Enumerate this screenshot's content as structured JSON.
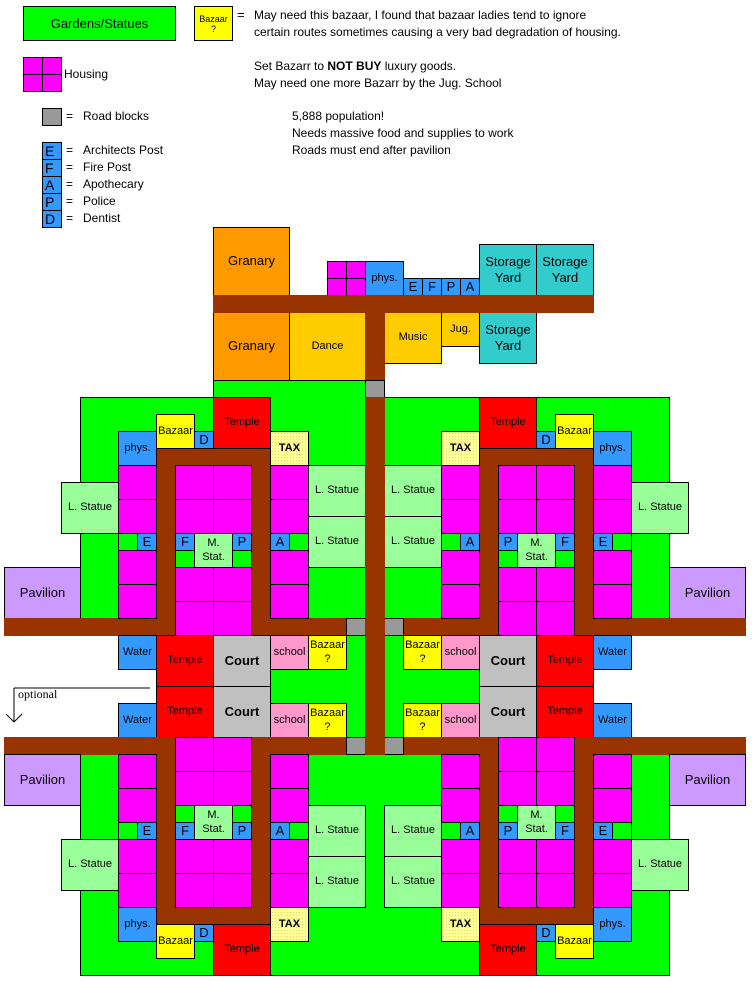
{
  "legend": {
    "gardens": "Gardens/Statues",
    "bazaar_q": "Bazaar\n?",
    "housing": "Housing",
    "road_blocks": "Road blocks",
    "equals": "=",
    "services": [
      {
        "letter": "E",
        "name": "Architects Post"
      },
      {
        "letter": "F",
        "name": "Fire Post"
      },
      {
        "letter": "A",
        "name": "Apothecary"
      },
      {
        "letter": "P",
        "name": "Police"
      },
      {
        "letter": "D",
        "name": "Dentist"
      }
    ]
  },
  "notes": {
    "bazaar_line1": "May need this bazaar, I found that bazaar ladies tend to ignore",
    "bazaar_line2": "certain routes sometimes causing a very bad degradation of housing.",
    "set_prefix": "Set Bazarr to ",
    "set_bold": "NOT BUY",
    "set_suffix": " luxury goods.",
    "more_bazarr": "May need one more Bazarr by the Jug. School",
    "population": "5,888 population!",
    "needs": "Needs massive food and supplies to work",
    "roads": "Roads must end after pavilion"
  },
  "labels": {
    "granary": "Granary",
    "dance": "Dance",
    "music": "Music",
    "jug": "Jug.",
    "storage": "Storage\nYard",
    "phys": "phys.",
    "E": "E",
    "F": "F",
    "P": "P",
    "A": "A",
    "D": "D",
    "bazaar": "Bazaar",
    "bazaar_q": "Bazaar\n?",
    "temple": "Temple",
    "tax": "TAX",
    "lstatue": "L. Statue",
    "mstat": "M. Stat.",
    "pavilion": "Pavilion",
    "water": "Water",
    "court": "Court",
    "school": "school",
    "optional": "optional"
  },
  "colors": {
    "garden": "#00ff00",
    "housing": "#ff00ff",
    "road": "#993300",
    "roadblock": "#999999",
    "service": "#3399ff",
    "temple": "#ff0000",
    "granary": "#ff9900",
    "entertainment": "#ffcc00",
    "bazaar": "#ffff00",
    "statue": "#99ff99",
    "pavilion": "#cc99ff",
    "court": "#c0c0c0",
    "school": "#ff99cc",
    "storage": "#33cccc"
  }
}
